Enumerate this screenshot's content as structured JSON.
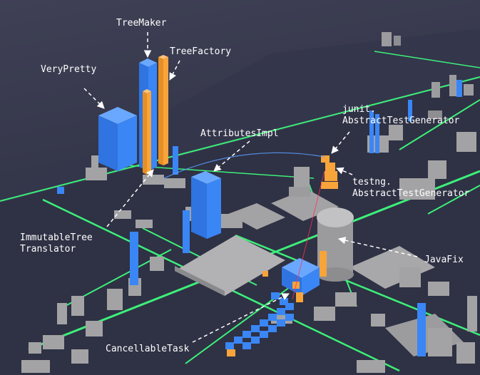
{
  "labels": {
    "tree_maker": "TreeMaker",
    "tree_factory": "TreeFactory",
    "very_pretty": "VeryPretty",
    "attributes_impl": "AttributesImpl",
    "junit_line1": "junit.",
    "junit_line2": "AbstractTestGenerator",
    "testng_line1": "testng.",
    "testng_line2": "AbstractTestGenerator",
    "immutable_line1": "ImmutableTree",
    "immutable_line2": "Translator",
    "java_fix": "JavaFix",
    "cancellable_task": "CancellableTask"
  },
  "colors": {
    "background": "#35374a",
    "ground": "#3a3b50",
    "street": "#3cf07a",
    "building_gray": "#a3a3a5",
    "building_blue": "#3a86f5",
    "building_orange": "#f7a43a",
    "label": "#ffffff"
  }
}
